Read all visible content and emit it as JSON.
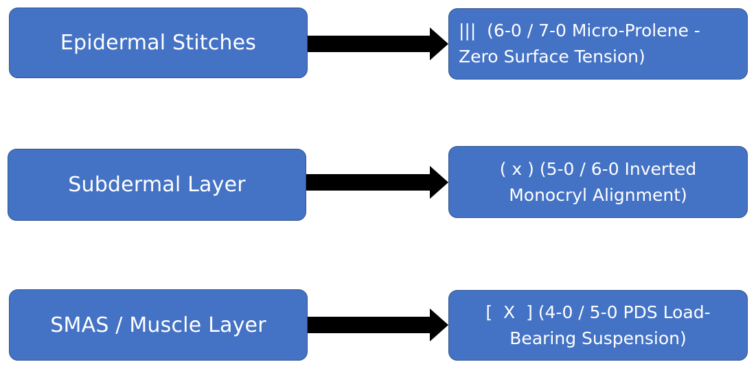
{
  "rows": [
    {
      "layer": "Epidermal Stitches",
      "technique_line1": "|||  (6-0 / 7-0 Micro-Prolene -",
      "technique_line2": "Zero Surface Tension)"
    },
    {
      "layer": "Subdermal Layer",
      "technique_line1": "( x ) (5-0 / 6-0 Inverted",
      "technique_line2": "Monocryl Alignment)"
    },
    {
      "layer": "SMAS / Muscle Layer",
      "technique_line1": "[  X  ] (4-0 / 5-0 PDS Load-",
      "technique_line2": "Bearing Suspension)"
    }
  ],
  "colors": {
    "box_fill": "#4472c4",
    "box_border": "#2f528f",
    "box_text": "#ffffff",
    "arrow": "#000000"
  }
}
